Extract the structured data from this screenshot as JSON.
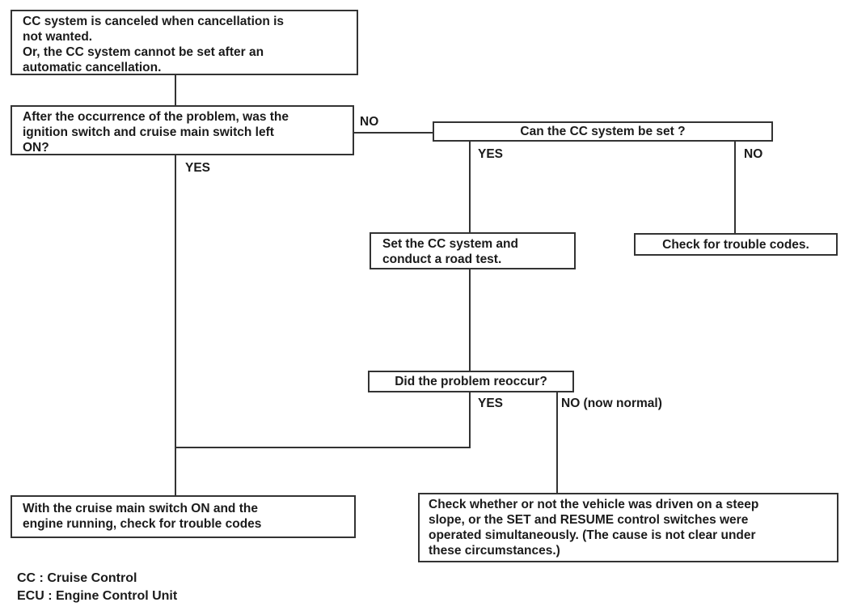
{
  "flowchart": {
    "nodes": {
      "problem": {
        "text": "CC system is canceled when cancellation is\nnot wanted.\nOr, the CC system cannot be set after an\nautomatic cancellation."
      },
      "q_ignition": {
        "text": "After the occurrence of the problem, was the\nignition switch and cruise main switch left\nON?"
      },
      "q_can_set": {
        "text": "Can the CC system be set ?"
      },
      "set_road_test": {
        "text": "Set the CC system and\nconduct a road test."
      },
      "check_codes": {
        "text": "Check for trouble codes."
      },
      "q_reoccur": {
        "text": "Did the problem reoccur?"
      },
      "check_codes_running": {
        "text": "With the cruise main switch ON and the\nengine running, check for trouble codes"
      },
      "check_steep_slope": {
        "text": "Check whether or not the vehicle was driven on a steep\nslope, or the SET and RESUME control switches were\noperated simultaneously. (The cause is not clear under\nthese circumstances.)"
      }
    },
    "labels": {
      "ignition_no": "NO",
      "ignition_yes": "YES",
      "can_set_yes": "YES",
      "can_set_no": "NO",
      "reoccur_yes": "YES",
      "reoccur_no": "NO (now normal)"
    },
    "legend": {
      "line1": "CC : Cruise Control",
      "line2": "ECU : Engine Control Unit"
    },
    "colors": {
      "line": "#333333",
      "text": "#1b1b1b",
      "background": "#ffffff"
    }
  }
}
